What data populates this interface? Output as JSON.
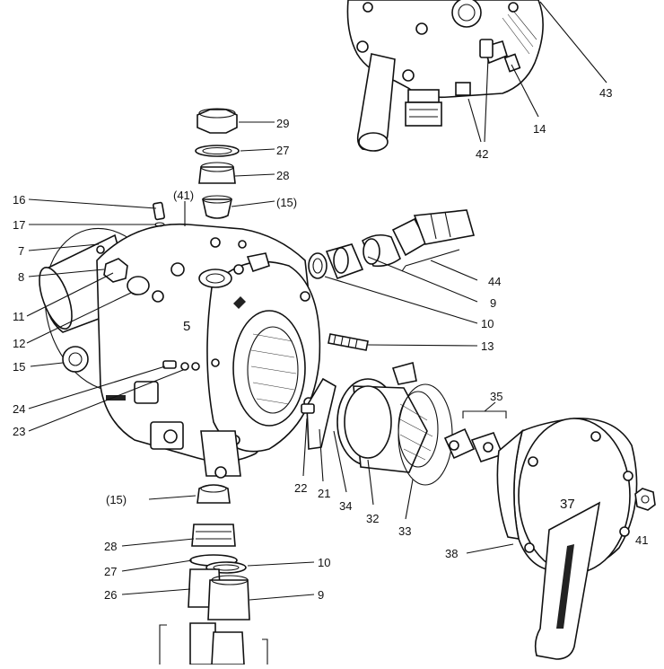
{
  "labels": {
    "l29": "29",
    "l27a": "27",
    "l28a": "28",
    "l15a": "(15)",
    "l41a": "(41)",
    "l16": "16",
    "l17": "17",
    "l7": "7",
    "l8": "8",
    "l11": "11",
    "l12": "12",
    "l15b": "15",
    "l5": "5",
    "l24": "24",
    "l23": "23",
    "l22": "22",
    "l21": "21",
    "l34": "34",
    "l32": "32",
    "l33": "33",
    "l35": "35",
    "l37": "37",
    "l38": "38",
    "l41b": "41",
    "l13": "13",
    "l10a": "10",
    "l9a": "9",
    "l44": "44",
    "l43": "43",
    "l14": "14",
    "l42": "42",
    "l15c": "(15)",
    "l28b": "28",
    "l27b": "27",
    "l10b": "10",
    "l26": "26",
    "l9b": "9"
  }
}
